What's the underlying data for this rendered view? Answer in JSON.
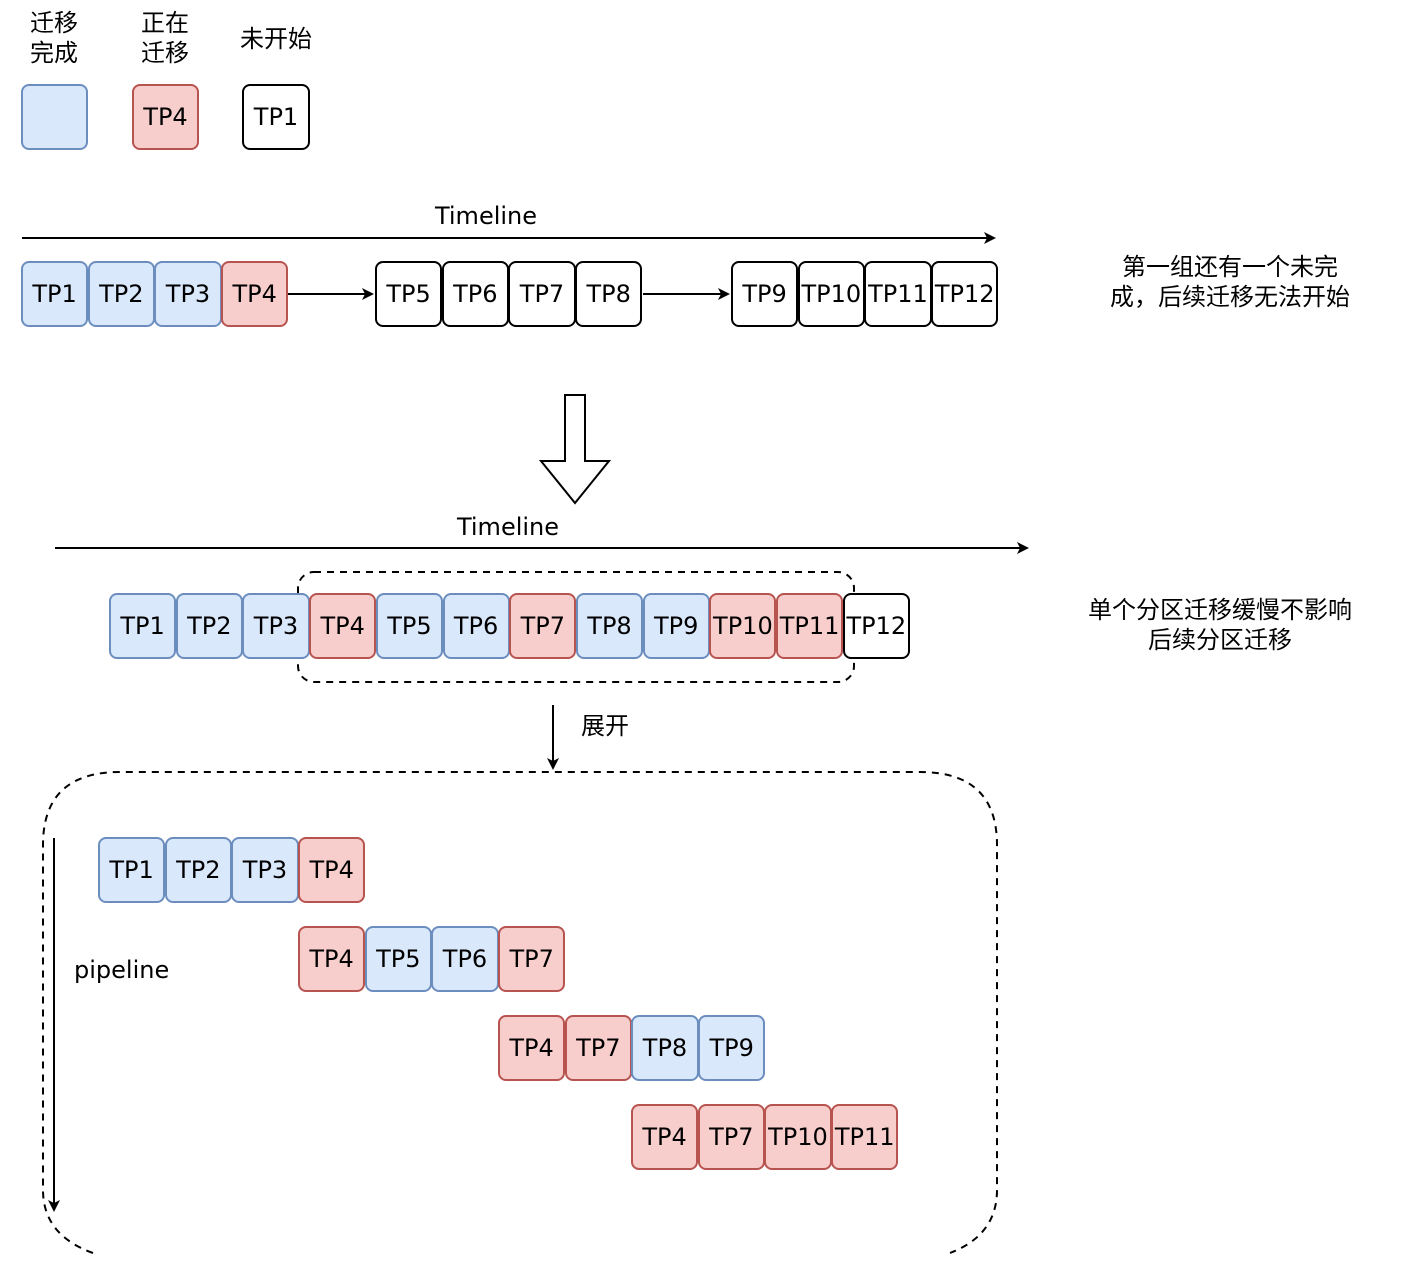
{
  "legend": {
    "done_label_1": "迁移",
    "done_label_2": "完成",
    "active_label_1": "正在",
    "active_label_2": "迁移",
    "pending_label": "未开始",
    "active_sample": "TP4",
    "pending_sample": "TP1"
  },
  "colors": {
    "done_fill": "#dae8fc",
    "done_border": "#6c8ebf",
    "active_fill": "#f8cecc",
    "active_border": "#b85450",
    "pending_fill": "#ffffff",
    "pending_border": "#000000"
  },
  "before": {
    "timeline_label": "Timeline",
    "groups": [
      {
        "tasks": [
          {
            "label": "TP1",
            "state": "done"
          },
          {
            "label": "TP2",
            "state": "done"
          },
          {
            "label": "TP3",
            "state": "done"
          },
          {
            "label": "TP4",
            "state": "active"
          }
        ]
      },
      {
        "tasks": [
          {
            "label": "TP5",
            "state": "pending"
          },
          {
            "label": "TP6",
            "state": "pending"
          },
          {
            "label": "TP7",
            "state": "pending"
          },
          {
            "label": "TP8",
            "state": "pending"
          }
        ]
      },
      {
        "tasks": [
          {
            "label": "TP9",
            "state": "pending"
          },
          {
            "label": "TP10",
            "state": "pending"
          },
          {
            "label": "TP11",
            "state": "pending"
          },
          {
            "label": "TP12",
            "state": "pending"
          }
        ]
      }
    ],
    "note_line_1": "第一组还有一个未完",
    "note_line_2": "成，后续迁移无法开始"
  },
  "after": {
    "timeline_label": "Timeline",
    "tasks": [
      {
        "label": "TP1",
        "state": "done"
      },
      {
        "label": "TP2",
        "state": "done"
      },
      {
        "label": "TP3",
        "state": "done"
      },
      {
        "label": "TP4",
        "state": "active"
      },
      {
        "label": "TP5",
        "state": "done"
      },
      {
        "label": "TP6",
        "state": "done"
      },
      {
        "label": "TP7",
        "state": "active"
      },
      {
        "label": "TP8",
        "state": "done"
      },
      {
        "label": "TP9",
        "state": "done"
      },
      {
        "label": "TP10",
        "state": "active"
      },
      {
        "label": "TP11",
        "state": "active"
      },
      {
        "label": "TP12",
        "state": "pending"
      }
    ],
    "note_line_1": "单个分区迁移缓慢不影响",
    "note_line_2": "后续分区迁移"
  },
  "expand_label": "展开",
  "pipeline": {
    "label": "pipeline",
    "rows": [
      {
        "tasks": [
          {
            "label": "TP1",
            "state": "done"
          },
          {
            "label": "TP2",
            "state": "done"
          },
          {
            "label": "TP3",
            "state": "done"
          },
          {
            "label": "TP4",
            "state": "active"
          }
        ]
      },
      {
        "tasks": [
          {
            "label": "TP4",
            "state": "active"
          },
          {
            "label": "TP5",
            "state": "done"
          },
          {
            "label": "TP6",
            "state": "done"
          },
          {
            "label": "TP7",
            "state": "active"
          }
        ]
      },
      {
        "tasks": [
          {
            "label": "TP4",
            "state": "active"
          },
          {
            "label": "TP7",
            "state": "active"
          },
          {
            "label": "TP8",
            "state": "done"
          },
          {
            "label": "TP9",
            "state": "done"
          }
        ]
      },
      {
        "tasks": [
          {
            "label": "TP4",
            "state": "active"
          },
          {
            "label": "TP7",
            "state": "active"
          },
          {
            "label": "TP10",
            "state": "active"
          },
          {
            "label": "TP11",
            "state": "active"
          }
        ]
      }
    ]
  }
}
